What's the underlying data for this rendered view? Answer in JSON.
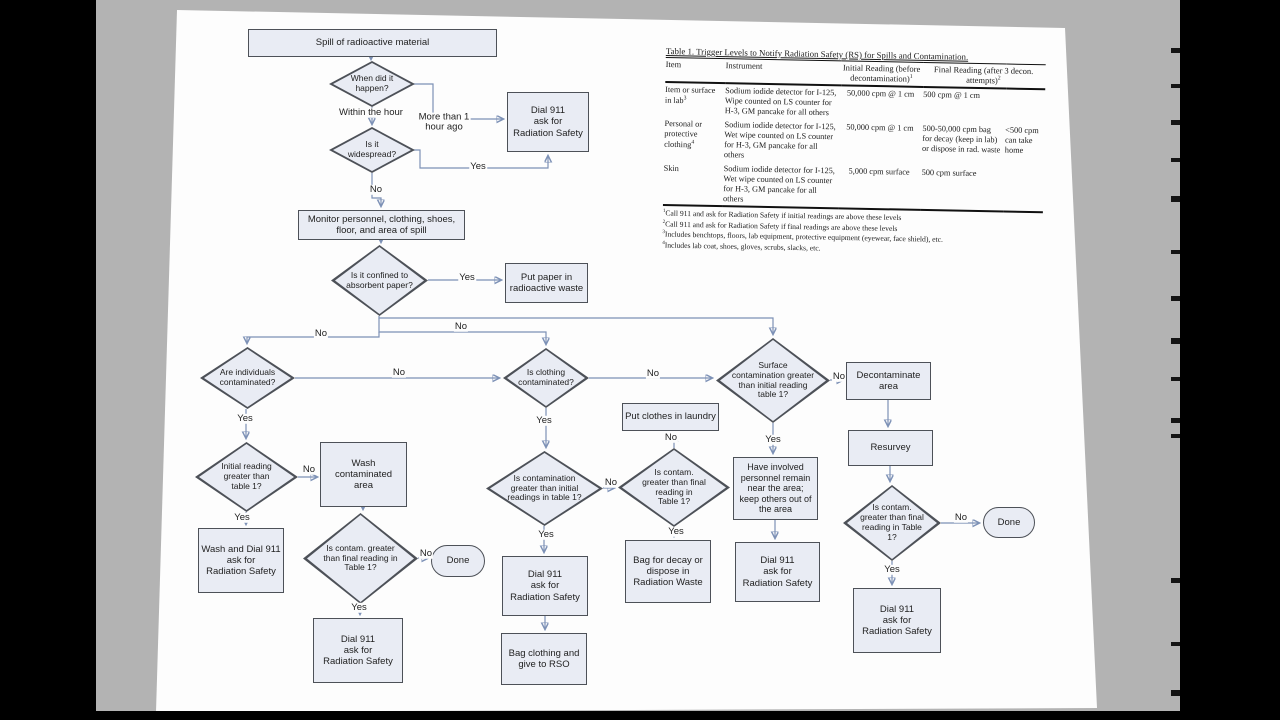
{
  "colors": {
    "letterbox": "#000000",
    "backdrop_gray": "#b3b3b3",
    "paper_white": "#fdfdfd",
    "node_fill": "#e9ecf4",
    "node_border": "#4d5158",
    "connector": "#7d91b6",
    "arrowhead": "#54709f",
    "text": "#222222"
  },
  "labels": {
    "yes": "Yes",
    "no": "No",
    "within_hour": "Within the hour",
    "more_than": "More than 1\nhour ago"
  },
  "nodes": {
    "spill": "Spill of radioactive material",
    "when": "When did it\nhappen?",
    "dial911": "Dial 911\nask for\nRadiation Safety",
    "widespread": "Is it\nwidespread?",
    "monitor": "Monitor personnel, clothing, shoes,\nfloor, and area of spill",
    "confined": "Is it confined to\nabsorbent paper?",
    "put_paper": "Put paper in\nradioactive waste",
    "individuals": "Are individuals\ncontaminated?",
    "clothing": "Is clothing\ncontaminated?",
    "surface": "Surface\ncontamination greater\nthan initial reading\ntable 1?",
    "decontaminate": "Decontaminate\narea",
    "resurvey": "Resurvey",
    "laundry": "Put clothes in laundry",
    "initial_reading": "Initial reading\ngreater than\ntable 1?",
    "wash_area": "Wash\ncontaminated\narea",
    "wash_dial": "Wash and Dial 911\nask for\nRadiation Safety",
    "contam_initial": "Is contamination\ngreater than initial\nreadings in table 1?",
    "final_mid": "Is contam.\ngreater than final\nreading in\nTable 1?",
    "final_left": "Is contam. greater\nthan final reading in\nTable 1?",
    "final_right": "Is contam.\ngreater than final\nreading in Table\n1?",
    "have_involved": "Have involved\npersonnel remain\nnear the area;\nkeep others out of\nthe area",
    "bag_decay": "Bag for decay or\ndispose in\nRadiation Waste",
    "bag_clothing": "Bag clothing and\ngive to RSO",
    "done": "Done"
  },
  "table": {
    "title": "Table 1. Trigger Levels to Notify Radiation Safety (RS) for Spills and Contamination.",
    "headers": {
      "item": "Item",
      "instrument": "Instrument",
      "initial": {
        "text": "Initial Reading (before decontamination)",
        "sup": "1"
      },
      "final": {
        "text": "Final Reading (after 3 decon. attempts)",
        "sup": "2"
      }
    },
    "rows": [
      {
        "item": {
          "text": "Item or surface in lab",
          "sup": "3"
        },
        "instrument": "Sodium iodide detector for I-125, Wipe counted on LS counter for H-3, GM pancake for all others",
        "initial": "50,000 cpm @ 1 cm",
        "final": "500 cpm @ 1 cm",
        "extra": ""
      },
      {
        "item": {
          "text": "Personal or protective clothing",
          "sup": "4"
        },
        "instrument": "Sodium iodide detector for I-125, Wet wipe counted on LS counter for H-3, GM pancake for all others",
        "initial": "50,000 cpm @ 1 cm",
        "final": "500-50,000 cpm bag for decay (keep in lab) or dispose in rad. waste",
        "extra": "<500 cpm can take home"
      },
      {
        "item": {
          "text": "Skin",
          "sup": ""
        },
        "instrument": "Sodium iodide detector for I-125, Wet wipe counted on LS counter for H-3, GM pancake for all others",
        "initial": "5,000 cpm surface",
        "final": "500 cpm surface",
        "extra": ""
      }
    ],
    "footnotes": [
      {
        "sup": "1",
        "text": "Call 911 and ask for Radiation Safety if initial readings are above these levels"
      },
      {
        "sup": "2",
        "text": "Call 911 and ask for Radiation Safety if final readings are above these levels"
      },
      {
        "sup": "3",
        "text": "Includes benchtops, floors, lab equipment, protective equipment (eyewear, face shield), etc."
      },
      {
        "sup": "4",
        "text": "Includes lab coat, shoes, gloves, scrubs, slacks, etc."
      }
    ]
  }
}
